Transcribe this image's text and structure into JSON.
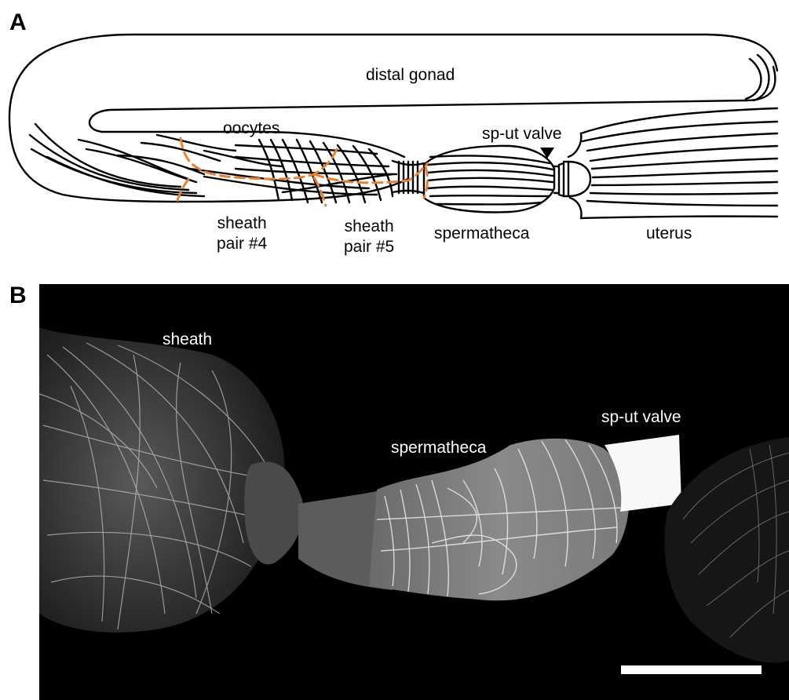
{
  "figure": {
    "panel_a": {
      "letter": "A",
      "labels": {
        "distal_gonad": "distal gonad",
        "oocytes": "oocytes",
        "sp_ut_valve": "sp-ut valve",
        "sheath_pair4_line1": "sheath",
        "sheath_pair4_line2": "pair #4",
        "sheath_pair5_line1": "sheath",
        "sheath_pair5_line2": "pair #5",
        "spermatheca": "spermatheca",
        "uterus": "uterus"
      },
      "colors": {
        "outline": "#000000",
        "highlight_dashes": "#e8812f"
      }
    },
    "panel_b": {
      "letter": "B",
      "labels": {
        "sheath": "sheath",
        "spermatheca": "spermatheca",
        "sp_ut_valve": "sp-ut valve"
      },
      "colors": {
        "background": "#000000",
        "signal": "#ffffff"
      }
    }
  }
}
